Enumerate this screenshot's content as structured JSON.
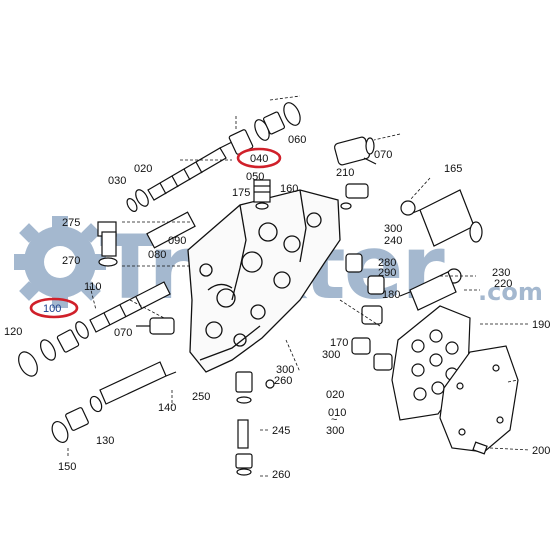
{
  "diagram": {
    "part_labels": [
      {
        "id": "p010",
        "text": "010"
      },
      {
        "id": "p020a",
        "text": "020"
      },
      {
        "id": "p020b",
        "text": "020"
      },
      {
        "id": "p030",
        "text": "030"
      },
      {
        "id": "p040",
        "text": "040"
      },
      {
        "id": "p050",
        "text": "050"
      },
      {
        "id": "p060",
        "text": "060"
      },
      {
        "id": "p070a",
        "text": "070"
      },
      {
        "id": "p070b",
        "text": "070"
      },
      {
        "id": "p080",
        "text": "080"
      },
      {
        "id": "p090",
        "text": "090"
      },
      {
        "id": "p100",
        "text": "100"
      },
      {
        "id": "p110",
        "text": "110"
      },
      {
        "id": "p120",
        "text": "120"
      },
      {
        "id": "p130",
        "text": "130"
      },
      {
        "id": "p140",
        "text": "140"
      },
      {
        "id": "p150",
        "text": "150"
      },
      {
        "id": "p160",
        "text": "160"
      },
      {
        "id": "p165",
        "text": "165"
      },
      {
        "id": "p170",
        "text": "170"
      },
      {
        "id": "p175",
        "text": "175"
      },
      {
        "id": "p180",
        "text": "180"
      },
      {
        "id": "p190",
        "text": "190"
      },
      {
        "id": "p200",
        "text": "200"
      },
      {
        "id": "p210",
        "text": "210"
      },
      {
        "id": "p220",
        "text": "220"
      },
      {
        "id": "p230",
        "text": "230"
      },
      {
        "id": "p240",
        "text": "240"
      },
      {
        "id": "p245",
        "text": "245"
      },
      {
        "id": "p250",
        "text": "250"
      },
      {
        "id": "p260a",
        "text": "260"
      },
      {
        "id": "p260b",
        "text": "260"
      },
      {
        "id": "p270",
        "text": "270"
      },
      {
        "id": "p275",
        "text": "275"
      },
      {
        "id": "p280",
        "text": "280"
      },
      {
        "id": "p290",
        "text": "290"
      },
      {
        "id": "p300a",
        "text": "300"
      },
      {
        "id": "p300b",
        "text": "300"
      },
      {
        "id": "p300c",
        "text": "300"
      },
      {
        "id": "p300d",
        "text": "300"
      },
      {
        "id": "tilde",
        "text": "~"
      }
    ],
    "highlighted": [
      "040",
      "100"
    ],
    "highlight_color": "#d0202a"
  },
  "watermark": {
    "brand": "Trakter",
    "domain": ".com",
    "color": "#5a7fa8",
    "icon": "gear-icon"
  }
}
